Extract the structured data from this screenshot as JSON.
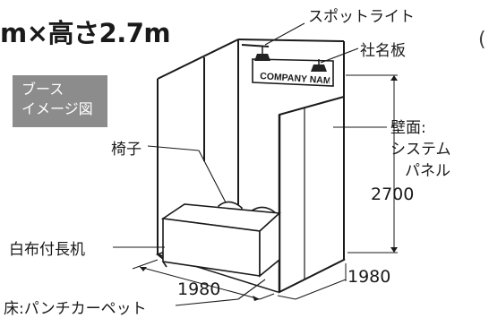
{
  "title": "m×高さ2.7m",
  "badge": {
    "line1": "ブース",
    "line2": "イメージ図"
  },
  "sign_text": "COMPANY NAME",
  "labels": {
    "spotlight": "スポットライト",
    "signboard": "社名板",
    "wall_line1": "壁面:",
    "wall_line2": "システム",
    "wall_line3": "パネル",
    "chair": "椅子",
    "desk": "白布付長机",
    "floor": "床:パンチカーペット"
  },
  "dimensions": {
    "height": "2700",
    "width_front": "1980",
    "depth": "1980"
  },
  "partial_glyph": "("
}
